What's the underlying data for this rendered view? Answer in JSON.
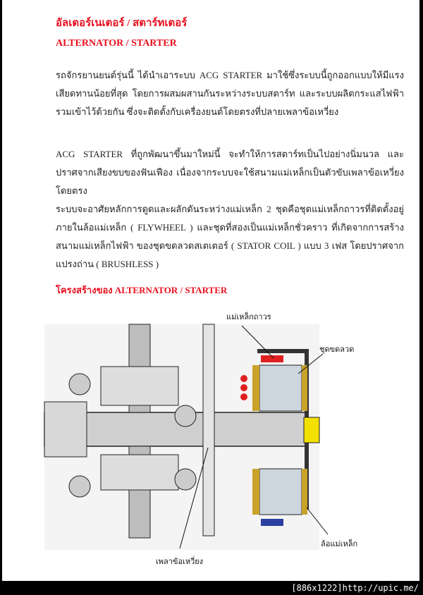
{
  "title_thai": "อัลเตอร์เนเตอร์ / สตาร์ทเตอร์",
  "title_en": "ALTERNATOR / STARTER",
  "paragraphs": [
    "รถจักรยานยนต์รุ่นนี้ ได้นำเอาระบบ ACG STARTER มาใช้ซึ่งระบบนี้ถูกออกแบบให้มีแรงเสียดทานน้อยที่สุด โดยการผสมผสานกันระหว่างระบบสตาร์ท และระบบผลิตกระแสไฟฟ้ารวมเข้าไว้ด้วยกัน ซึ่งจะติดตั้งกับเครื่องยนต์โดยตรงที่ปลายเพลาข้อเหวี่ยง",
    "ACG STARTER ที่ถูกพัฒนาขึ้นมาใหม่นี้ จะทำให้การสตาร์ทเป็นไปอย่างนิ่มนวล และปราศจากเสียงขบของฟันเฟือง เนื่องจากระบบจะใช้สนามแม่เหล็กเป็นตัวขับเพลาข้อเหวี่ยงโดยตรง",
    "ระบบจะอาศัยหลักการดูดและผลักดันระหว่างแม่เหล็ก 2 ชุดคือชุดแม่เหล็กถาวรที่ติดตั้งอยู่ภายในล้อแม่เหล็ก ( FLYWHEEL ) และชุดที่สองเป็นแม่เหล็กชั่วคราว ที่เกิดจากการสร้างสนามแม่เหล็กไฟฟ้า ของชุดขดลวดสเตเตอร์ ( STATOR COIL ) แบบ 3 เฟส โดยปราศจากแปรงถ่าน ( BRUSHLESS )"
  ],
  "section_heading": "โครงสร้างของ ALTERNATOR / STARTER",
  "diagram_labels": {
    "permanent_magnet": "แม่เหล็กถาวร",
    "coil": "ชุดขดลวด",
    "flywheel": "ล้อแม่เหล็ก",
    "crankshaft": "เพลาข้อเหวี่ยง"
  },
  "watermark": "[886x1222]http://upic.me/",
  "colors": {
    "heading": "#e8101e",
    "magnet_red": "#e02020",
    "magnet_blue": "#2a3fa0",
    "nut_yellow": "#f2e000",
    "coil_gold": "#c9a22a"
  }
}
